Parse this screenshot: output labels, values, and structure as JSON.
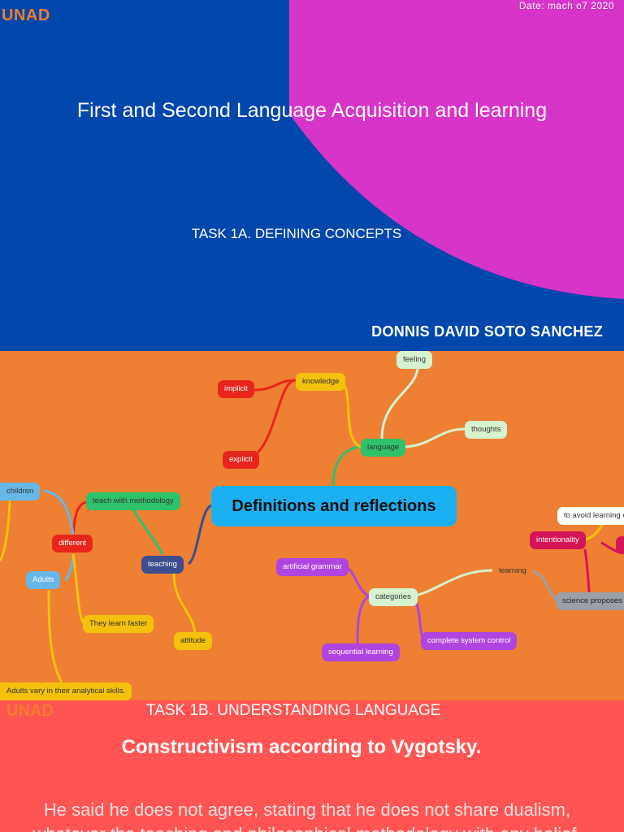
{
  "cover": {
    "logo": "UNAD",
    "date": "Date: mach  o7 2020",
    "title": "First and Second Language Acquisition and learning",
    "subtitle": "TASK 1A. DEFINING CONCEPTS",
    "author": "DONNIS DAVID SOTO SANCHEZ"
  },
  "mindmap": {
    "central": "Definitions and reflections",
    "nodes": {
      "implicit": "implicit",
      "explicit": "explicit",
      "knowledge": "knowledge",
      "feeling": "feeling",
      "language": "language",
      "thoughts": "thoughts",
      "children": "children",
      "teach": "teach with methodology",
      "different": "different",
      "adults": "Adults",
      "teaching": "teaching",
      "learn_faster": "They learn faster",
      "attitude": "attitude",
      "adults_vary": "Adults vary in their analytical skills.",
      "artificial": "artificial grammar",
      "categories": "categories",
      "learning": "learning",
      "sequential": "sequential learning",
      "complete": "complete system control",
      "avoid": "to avoid learning e",
      "intentionality": "intentionality",
      "science": "science proposes"
    }
  },
  "section3": {
    "logo": "UNAD",
    "task": "TASK 1B. UNDERSTANDING LANGUAGE",
    "heading": "Constructivism according to Vygotsky.",
    "body": "He said he does not agree, stating that he does not share dualism, whatever the teaching and philosophical methodology with any belief."
  },
  "colors": {
    "cover_blue": "#0247AC",
    "cover_magenta": "#D734C9",
    "mindmap_bg": "#EE7F33",
    "section3_bg": "#FF5552",
    "accent_orange": "#F27D2B"
  }
}
